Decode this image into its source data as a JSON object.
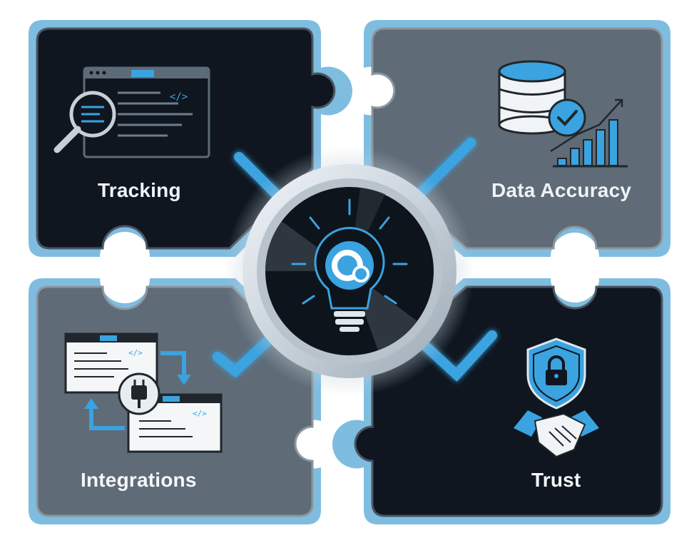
{
  "diagram": {
    "tiles": [
      {
        "id": "tracking",
        "label": "Tracking",
        "icon": "code-window-magnifier-icon"
      },
      {
        "id": "data-accuracy",
        "label": "Data Accuracy",
        "icon": "database-check-bar-chart-icon"
      },
      {
        "id": "integrations",
        "label": "Integrations",
        "icon": "plug-connected-windows-icon"
      },
      {
        "id": "trust",
        "label": "Trust",
        "icon": "shield-lock-handshake-icon"
      }
    ],
    "center_icon": "lightbulb-logo-icon",
    "colors": {
      "accent": "#3aa3e0",
      "dark_tile": "#0f1620",
      "gray_tile": "#5f6b76",
      "outline": "#7fbde0"
    }
  }
}
